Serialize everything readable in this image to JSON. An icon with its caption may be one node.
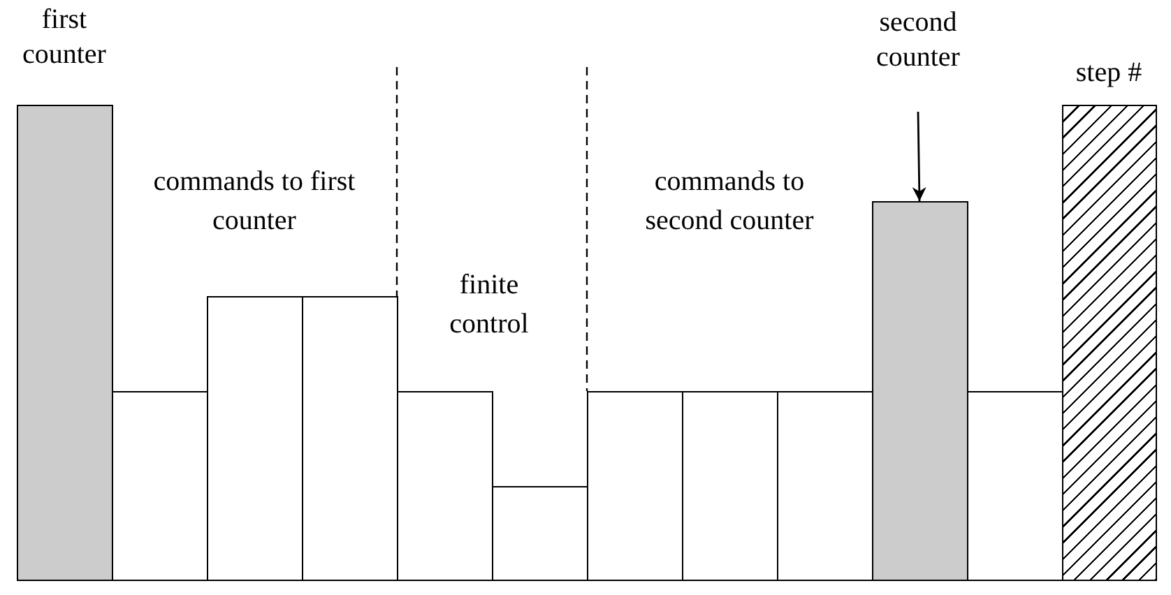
{
  "diagram": {
    "nodes": [
      {
        "text": [
          "first counter"
        ]
      },
      {
        "text": [],
        "shape": "bar"
      },
      {
        "text": [],
        "shape": "bar"
      },
      {
        "text": [],
        "shape": "bar"
      },
      {
        "text": [],
        "shape": "bar"
      },
      {
        "text": [],
        "shape": "bar"
      },
      {
        "text": [],
        "shape": "bar"
      },
      {
        "text": [],
        "shape": "bar"
      },
      {
        "text": [],
        "shape": "bar"
      },
      {
        "text": [
          "second counter"
        ]
      },
      {
        "text": [],
        "shape": "bar"
      },
      {
        "text": [],
        "shape": "bar"
      },
      {
        "text": [
          "step #"
        ]
      }
    ],
    "edges": [
      {
        "from": 9,
        "to": 10,
        "arrow": "to"
      }
    ],
    "labels": [
      "commands to first counter",
      "finite control",
      "commands to second counter"
    ]
  }
}
